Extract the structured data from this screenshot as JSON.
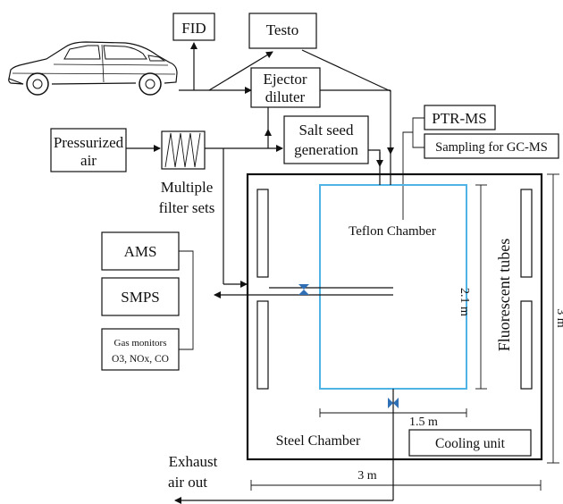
{
  "labels": {
    "fid": "FID",
    "testo": "Testo",
    "ejector_line1": "Ejector",
    "ejector_line2": "diluter",
    "ptr_ms": "PTR-MS",
    "gc_ms": "Sampling for GC-MS",
    "pressurized_line1": "Pressurized",
    "pressurized_line2": "air",
    "salt_line1": "Salt seed",
    "salt_line2": "generation",
    "filter_line1": "Multiple",
    "filter_line2": "filter sets",
    "ams": "AMS",
    "smps": "SMPS",
    "gas_line1": "Gas monitors",
    "gas_line2": "O3, NOx, CO",
    "teflon": "Teflon Chamber",
    "fluorescent": "Fluorescent tubes",
    "teflon_height": "2.1 m",
    "teflon_width": "1.5 m",
    "steel": "Steel Chamber",
    "cooling": "Cooling unit",
    "exhaust_line1": "Exhaust",
    "exhaust_line2": "air out",
    "steel_width": "3 m",
    "steel_height": "3 m"
  },
  "colors": {
    "teflon_outline": "#4fb3e6",
    "valve": "#2f6fb5",
    "line": "#111111"
  }
}
